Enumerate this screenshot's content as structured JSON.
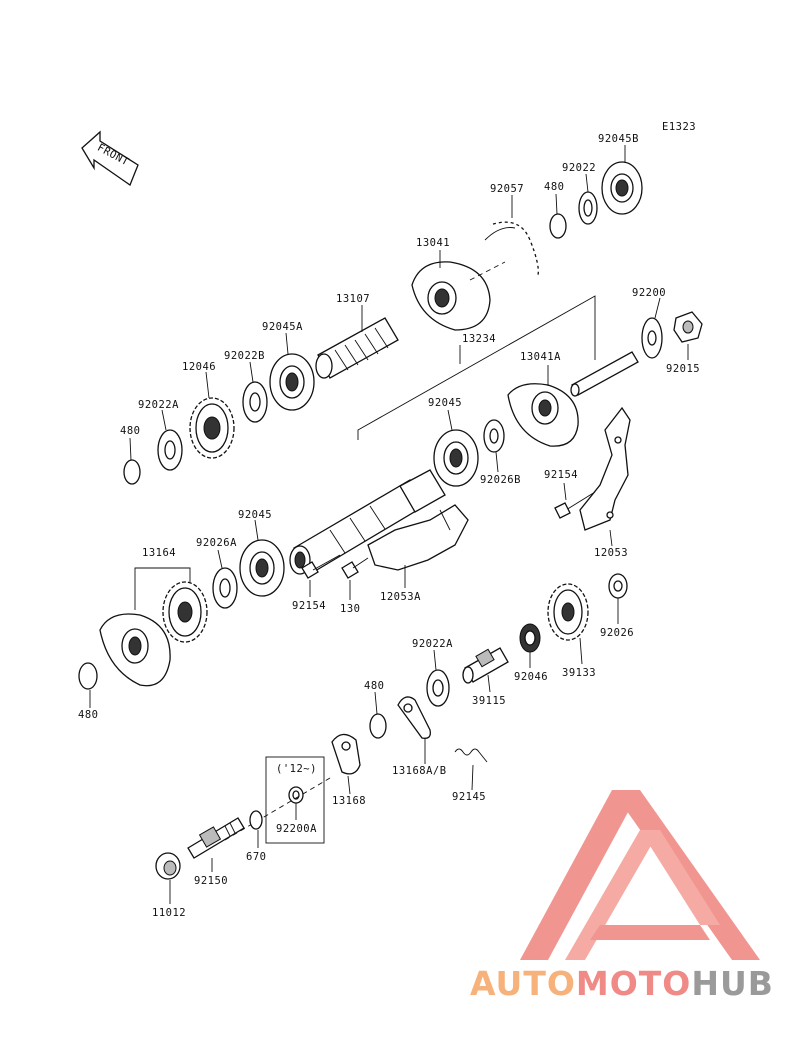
{
  "diagram": {
    "code": "E1323",
    "front_label": "FRONT",
    "inset_note": "('12~)",
    "part_labels": {
      "p92045B": "92045B",
      "p92022_top": "92022",
      "p480_top": "480",
      "p92057": "92057",
      "p13041": "13041",
      "p13107": "13107",
      "p92200": "92200",
      "p92015": "92015",
      "p13234": "13234",
      "p92045A": "92045A",
      "p92022B": "92022B",
      "p12046": "12046",
      "p13041A": "13041A",
      "p92022A_left": "92022A",
      "p480_left": "480",
      "p92045_mid": "92045",
      "p92026B": "92026B",
      "p92154_right": "92154",
      "p12053": "12053",
      "p92045_low": "92045",
      "p92026A": "92026A",
      "p13164": "13164",
      "p92154_low": "92154",
      "p130": "130",
      "p12053A": "12053A",
      "p92026": "92026",
      "p92022A_low": "92022A",
      "p39133": "39133",
      "p92046": "92046",
      "p39115": "39115",
      "p480_low": "480",
      "p480_bottomleft": "480",
      "p13168AB": "13168A/B",
      "p92145": "92145",
      "p13168": "13168",
      "p92200A": "92200A",
      "p670": "670",
      "p92150": "92150",
      "p11012": "11012"
    }
  },
  "watermark": {
    "brand_part1": "AUTO",
    "brand_part2": "MOTO",
    "brand_part3": "HUB",
    "colors": {
      "orange": "#f6b27a",
      "red": "#f08a86",
      "gray": "#9a9a9a"
    }
  }
}
